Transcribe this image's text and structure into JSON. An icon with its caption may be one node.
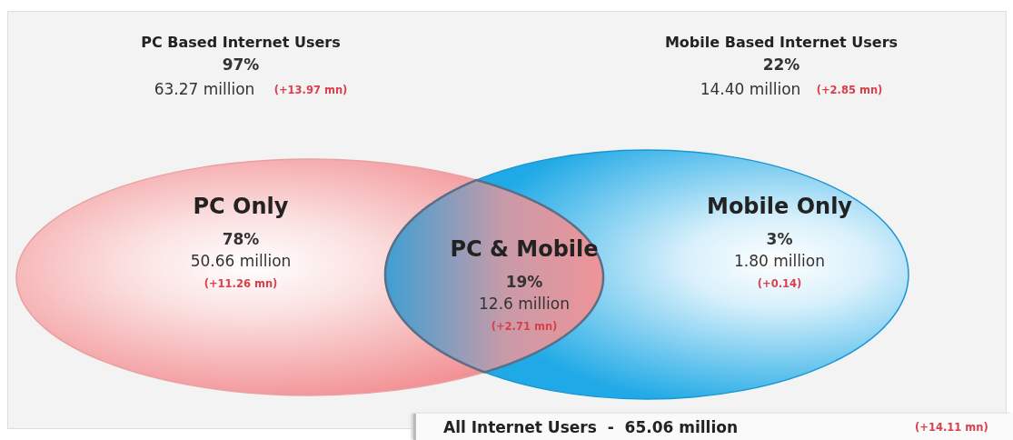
{
  "diagram": {
    "nodes": [
      {
        "text": [
          "PC Only",
          "78%",
          "50.66 million",
          "(+11.26 mn)"
        ]
      },
      {
        "text": [
          "Mobile Only",
          "3%",
          "1.80 million",
          "(+0.14)"
        ]
      },
      {
        "text": [
          "PC & Mobile",
          "19%",
          "12.6 million",
          "(+2.71 mn)"
        ]
      },
      {
        "text": [
          "All Internet Users  -  65.06 million",
          "(+14.11 mn)"
        ]
      }
    ],
    "labels": [
      "PC Based Internet Users",
      "97%",
      "63.27 million",
      "(+13.97 mn)",
      "Mobile Based Internet Users",
      "22%",
      "14.40 million",
      "(+2.85 mn)"
    ]
  }
}
